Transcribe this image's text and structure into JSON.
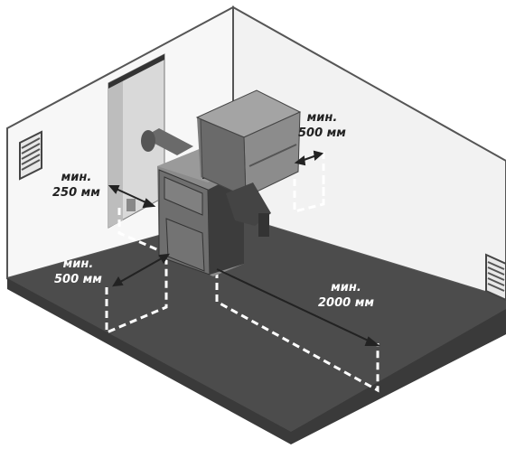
{
  "colors": {
    "floor_top": "#4c4c4c",
    "floor_edge": "#3a3a3a",
    "wall": "#f7f7f7",
    "wall_outline": "#555555",
    "boiler_body": "#6e6e6e",
    "boiler_dark": "#3c3c3c",
    "dashed": "#ffffff",
    "arrow": "#222222"
  },
  "icons": {
    "left_vent": "vent-grille-icon",
    "right_vent": "vent-grille-icon",
    "boiler": "pellet-boiler-with-hopper-icon"
  },
  "labels": {
    "clearance_hopper": {
      "line1": "мин.",
      "line2": "500 мм"
    },
    "clearance_wall": {
      "line1": "мин.",
      "line2": "250 мм"
    },
    "clearance_side": {
      "line1": "мин.",
      "line2": "500 мм"
    },
    "clearance_front": {
      "line1": "мин.",
      "line2": "2000 мм"
    }
  }
}
